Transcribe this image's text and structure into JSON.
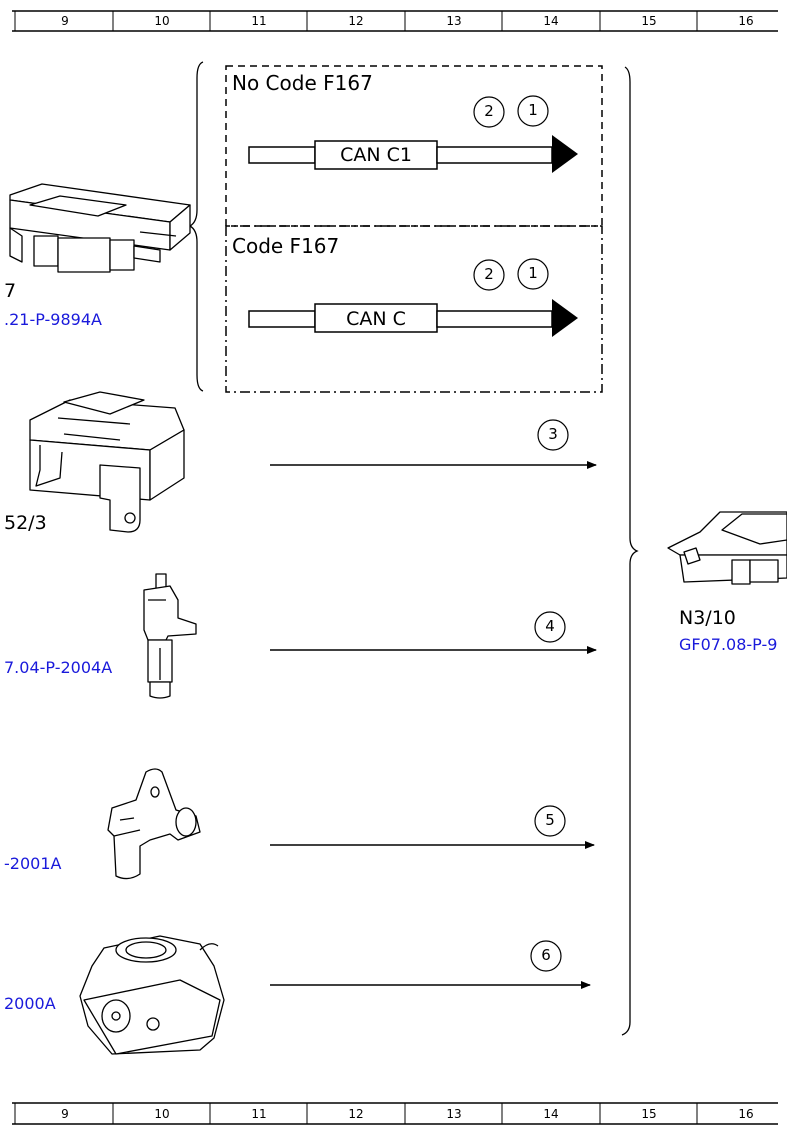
{
  "ruler_top": [
    "9",
    "10",
    "11",
    "12",
    "13",
    "14",
    "15",
    "16"
  ],
  "ruler_bottom": [
    "9",
    "10",
    "11",
    "12",
    "13",
    "14",
    "15",
    "16"
  ],
  "panels": {
    "no_code": {
      "title": "No Code F167",
      "signal_label": "CAN C1",
      "markers": [
        "2",
        "1"
      ]
    },
    "code": {
      "title": "Code F167",
      "signal_label": "CAN C",
      "markers": [
        "2",
        "1"
      ]
    }
  },
  "components": {
    "module_top": {
      "designation": "7",
      "doc_ref": ".21-P-9894A"
    },
    "sensor_b": {
      "designation": "52/3"
    },
    "sensor_c": {
      "doc_ref": "7.04-P-2004A"
    },
    "sensor_d": {
      "doc_ref": "-2001A"
    },
    "actuator_e": {
      "doc_ref": "2000A"
    },
    "target_module": {
      "designation": "N3/10",
      "doc_ref": "GF07.08-P-9"
    }
  },
  "signals": [
    "3",
    "4",
    "5",
    "6"
  ],
  "colors": {
    "link": "#1a1adb",
    "line": "#000000"
  }
}
